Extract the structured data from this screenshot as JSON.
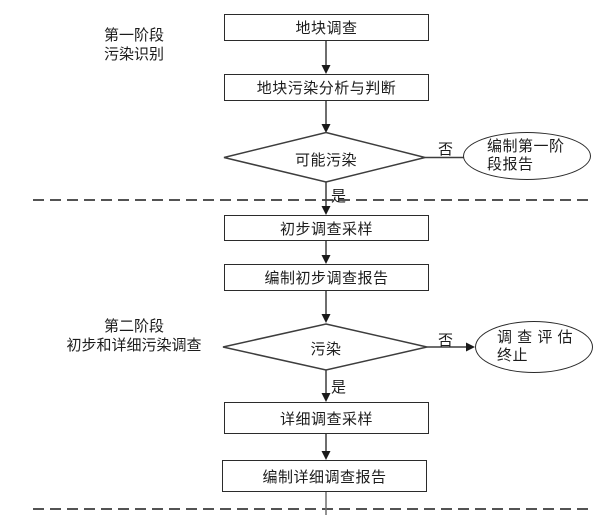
{
  "diagram": {
    "title_implicit": "",
    "colors": {
      "background": "#ffffff",
      "line": "#3d3d3d",
      "border": "#2b2b2b",
      "text": "#1c1c1c",
      "divider": "#1a1a1a"
    }
  },
  "stages": [
    {
      "line1": "第一阶段",
      "line2": "污染识别"
    },
    {
      "line1": "第二阶段",
      "line2": "初步和详细污染调查"
    }
  ],
  "boxes": [
    {
      "label": "地块调查"
    },
    {
      "label": "地块污染分析与判断"
    },
    {
      "label": "初步调查采样"
    },
    {
      "label": "编制初步调查报告"
    },
    {
      "label": "详细调查采样"
    },
    {
      "label": "编制详细调查报告"
    }
  ],
  "decisions": [
    {
      "label": "可能污染",
      "yes_label": "是",
      "no_label": "否"
    },
    {
      "label": "污染",
      "yes_label": "是",
      "no_label": "否"
    }
  ],
  "terminals": [
    {
      "line1": "编制第一阶",
      "line2": "段报告"
    },
    {
      "line1": "调 查 评 估",
      "line2": "终止"
    }
  ]
}
